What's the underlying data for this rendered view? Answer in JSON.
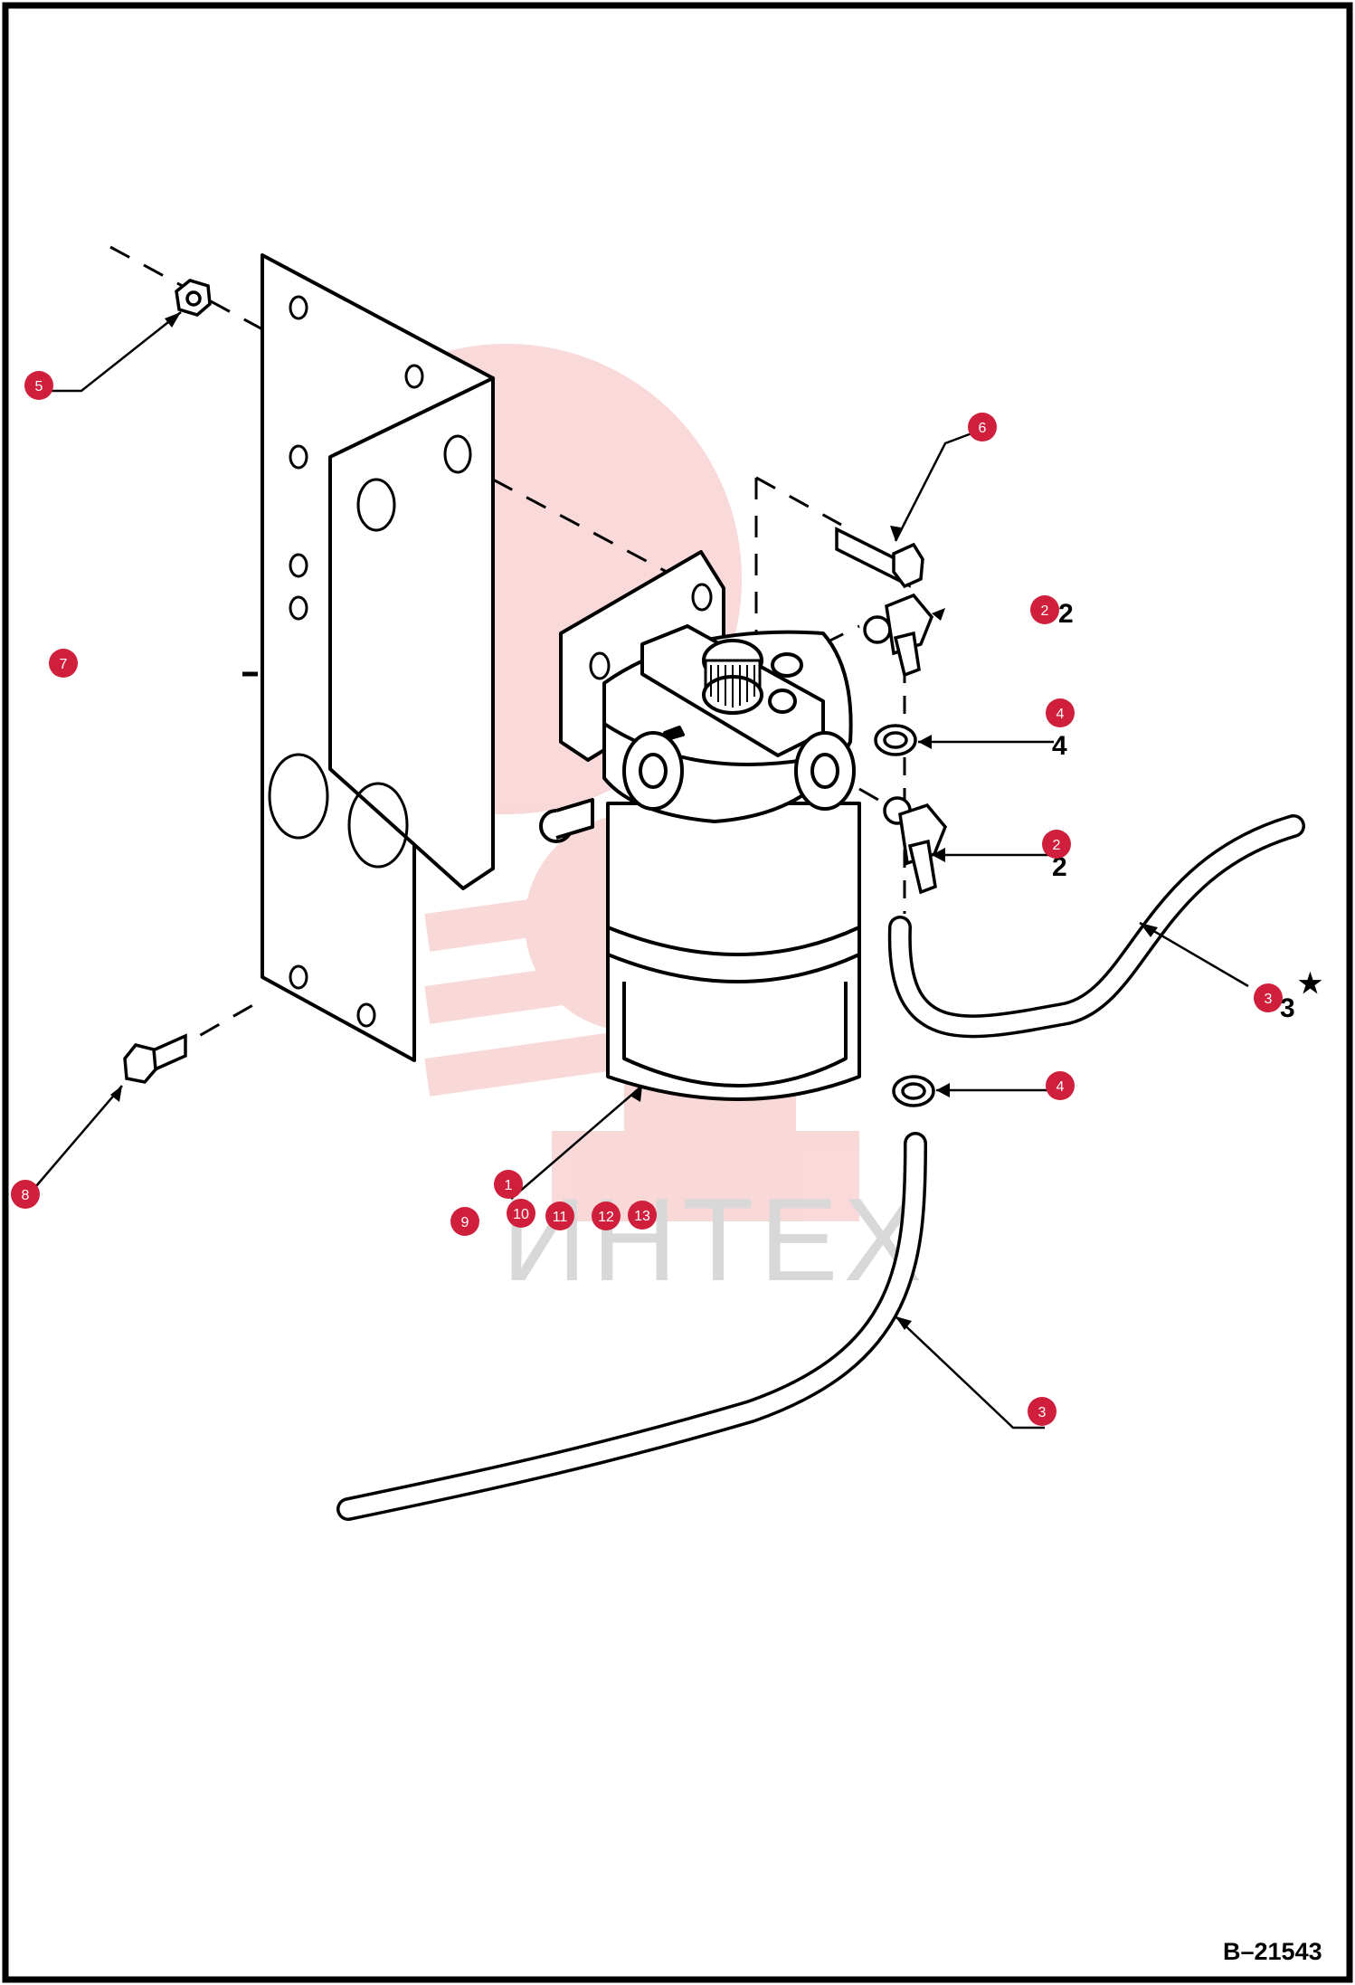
{
  "drawing_number": "B–21543",
  "watermark": "ИНТЕХ",
  "colors": {
    "callout": "#d01f3c",
    "line": "#000000",
    "watermark": "#f2b9b9"
  },
  "callouts": [
    {
      "label": "5"
    },
    {
      "label": "6"
    },
    {
      "label": "2"
    },
    {
      "label": "7"
    },
    {
      "label": "4"
    },
    {
      "label": "2"
    },
    {
      "label": "3"
    },
    {
      "label": "4"
    },
    {
      "label": "8"
    },
    {
      "label": "1"
    },
    {
      "label": "9"
    },
    {
      "label": "10"
    },
    {
      "label": "11"
    },
    {
      "label": "12"
    },
    {
      "label": "13"
    },
    {
      "label": "3"
    }
  ],
  "printed_refs": [
    {
      "text": "2"
    },
    {
      "text": "4"
    },
    {
      "text": "2"
    },
    {
      "text": "3"
    }
  ],
  "star_note": "★"
}
